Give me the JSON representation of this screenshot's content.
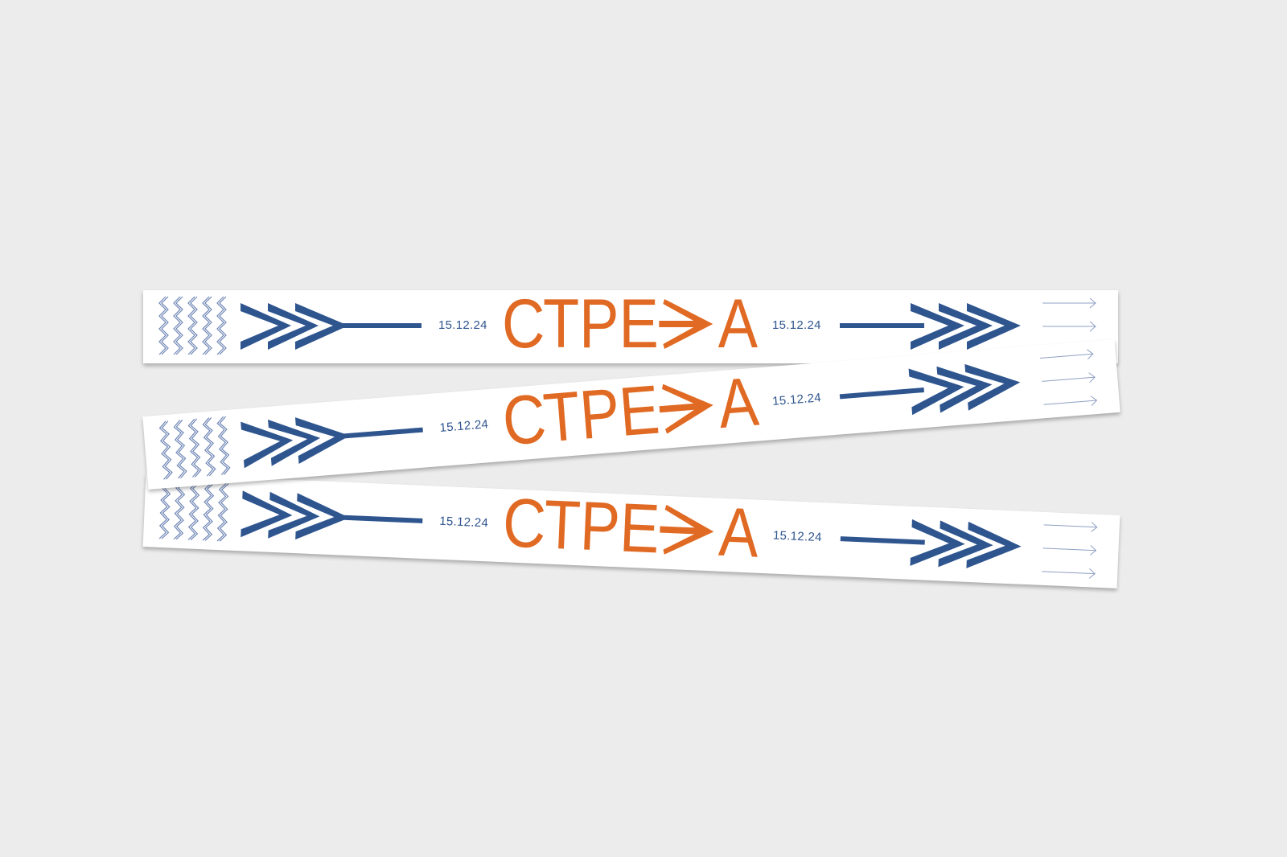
{
  "wristband": {
    "date_left": "15.12.24",
    "date_right": "15.12.24",
    "logo_text": "СТРЕЛА",
    "logo_left": "СТРЕ",
    "logo_right": "А",
    "colors": {
      "accent": "#e06a23",
      "primary": "#2f558f",
      "background": "#ececec"
    }
  }
}
